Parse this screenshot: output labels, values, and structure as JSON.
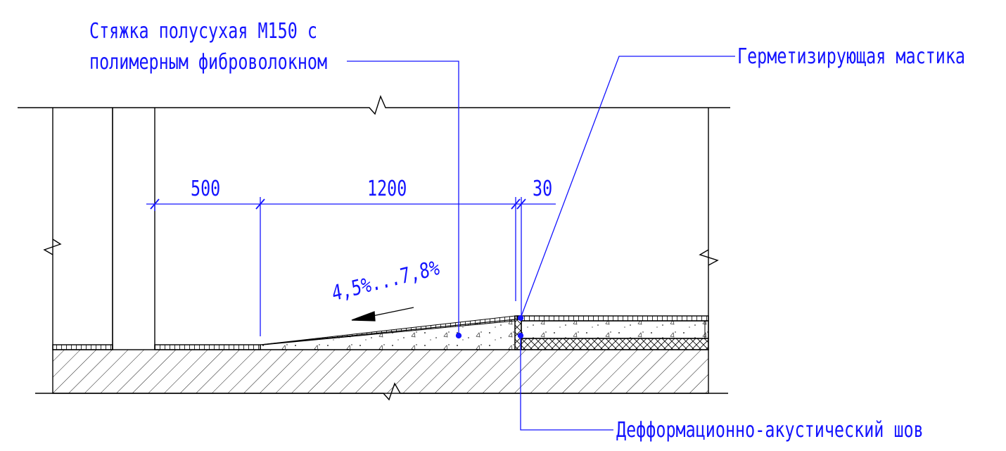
{
  "callouts": {
    "screed": [
      "Стяжка полусухая М150 с",
      "полимерным фиброволокном"
    ],
    "sealant": "Герметизирующая мастика",
    "joint": "Дефформационно-акустический шов"
  },
  "dimensions": {
    "d1": "500",
    "d2": "1200",
    "d3": "30"
  },
  "slope": {
    "label": "4,5%...7,8%",
    "direction": "left"
  },
  "colors": {
    "construction": "#000000",
    "annotation": "#1414ff"
  }
}
